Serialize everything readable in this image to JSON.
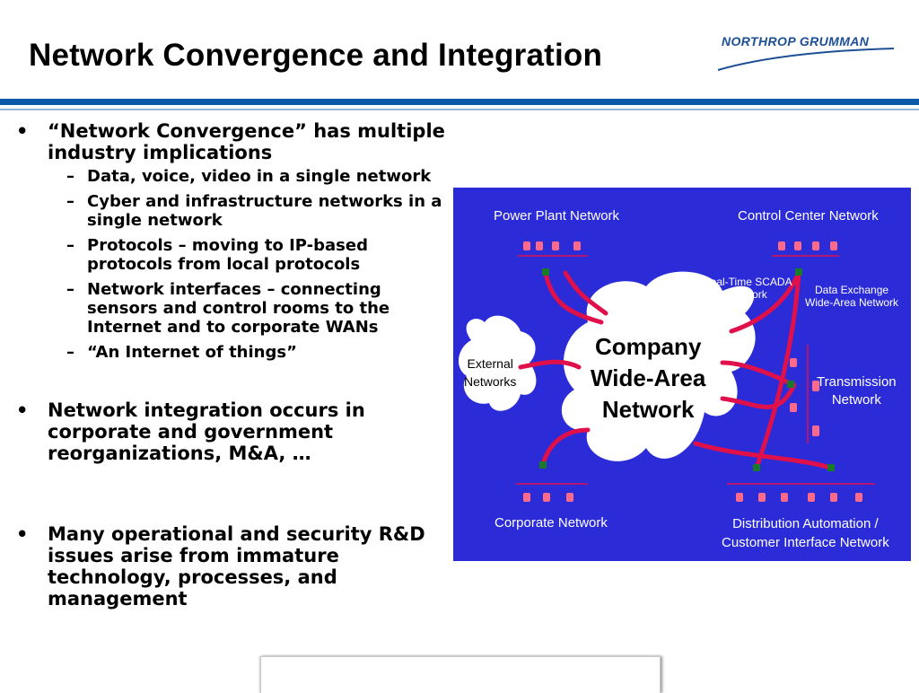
{
  "slide": {
    "title": "Network Convergence and Integration",
    "logo_text": "NORTHROP GRUMMAN",
    "bullet_glyph": "•",
    "dash_glyph": "–"
  },
  "bullets": [
    {
      "text": "“Network Convergence” has multiple industry implications",
      "sub": [
        "Data, voice, video in a single network",
        "Cyber and infrastructure networks in a single network",
        "Protocols – moving to IP-based protocols from local protocols",
        "Network interfaces – connecting sensors and control rooms to the Internet and to corporate WANs",
        "“An Internet of things”"
      ]
    },
    {
      "text": "Network integration occurs in corporate and government reorganizations, M&A, …"
    },
    {
      "text": "Many operational and security R&D issues arise from immature technology, processes, and management"
    }
  ],
  "diagram": {
    "power_plant": "Power Plant Network",
    "control_center": "Control Center Network",
    "scada_line1": "Real-Time SCADA",
    "scada_line2": "Network",
    "data_exchange_line1": "Data Exchange",
    "data_exchange_line2": "Wide-Area Network",
    "external_line1": "External",
    "external_line2": "Networks",
    "company_line1": "Company",
    "company_line2": "Wide-Area",
    "company_line3": "Network",
    "transmission_line1": "Transmission",
    "transmission_line2": "Network",
    "corporate": "Corporate Network",
    "distribution_line1": "Distribution Automation /",
    "distribution_line2": "Customer Interface Network",
    "colors": {
      "background": "#2b2bd8",
      "links": "#e0104a",
      "cloud": "#ffffff",
      "router": "#1a7a2a"
    }
  }
}
